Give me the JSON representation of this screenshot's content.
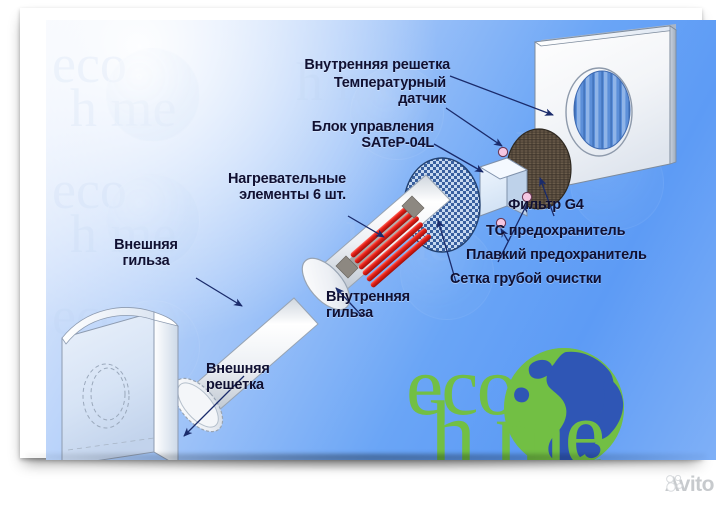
{
  "image": {
    "type": "exploded-assembly-diagram",
    "subject": "Приточный клапан / рекуператор — схема в разборе",
    "background_colors": {
      "light": "#eef3fc",
      "mid": "#9dc2f8",
      "deep": "#5d9bf5",
      "frame": "#ffffff"
    }
  },
  "labels": [
    {
      "id": "inner-grille",
      "text": "Внутренняя решетка",
      "align": "right"
    },
    {
      "id": "temp-sensor",
      "text": "Температурный\nдатчик",
      "align": "right"
    },
    {
      "id": "control-unit",
      "text": "Блок управления\nSATeP-04L",
      "align": "right"
    },
    {
      "id": "heating",
      "text": "Нагревательные\nэлементы 6 шт.",
      "align": "right"
    },
    {
      "id": "outer-sleeve",
      "text": "Внешняя\nгильза",
      "align": "center"
    },
    {
      "id": "inner-sleeve",
      "text": "Внутренняя\nгильза",
      "align": "left"
    },
    {
      "id": "outer-grille",
      "text": "Внешняя\nрешетка",
      "align": "left"
    },
    {
      "id": "filter-g4",
      "text": "Фильтр G4",
      "align": "left"
    },
    {
      "id": "tc-fuse",
      "text": "ТС предохранитель",
      "align": "left"
    },
    {
      "id": "melt-fuse",
      "text": "Плавкий предохранитель",
      "align": "left"
    },
    {
      "id": "coarse-mesh",
      "text": "Сетка грубой очистки",
      "align": "left"
    }
  ],
  "parts": {
    "inner_grille_plate": "white square plate with striped round vent",
    "filter_disc": "dark textured G4 filter disc",
    "control_cube": "light blue control block cube",
    "coarse_mesh_disc": "blue checkered coarse mesh disc",
    "inner_sleeve_tube": "light grey inner sleeve tube",
    "heating_rods": "six red heating rods",
    "outer_sleeve_tube": "light grey outer sleeve tube",
    "outer_grille_box": "pale blue curved outer grille box"
  },
  "colors": {
    "label_text": "#101032",
    "leader_line": "#1a2b6b",
    "heater_red": "#e01d16",
    "logo_green": "#72bf44",
    "logo_blue": "#2f56b5",
    "filter_dark": "#4a4036",
    "mesh_blue": "#3f6fb5"
  },
  "logo": {
    "eco": "eco",
    "home": "h   me",
    "watermark_eco": "eco",
    "watermark_home": "h  me"
  },
  "avito": {
    "label": "Avito"
  }
}
